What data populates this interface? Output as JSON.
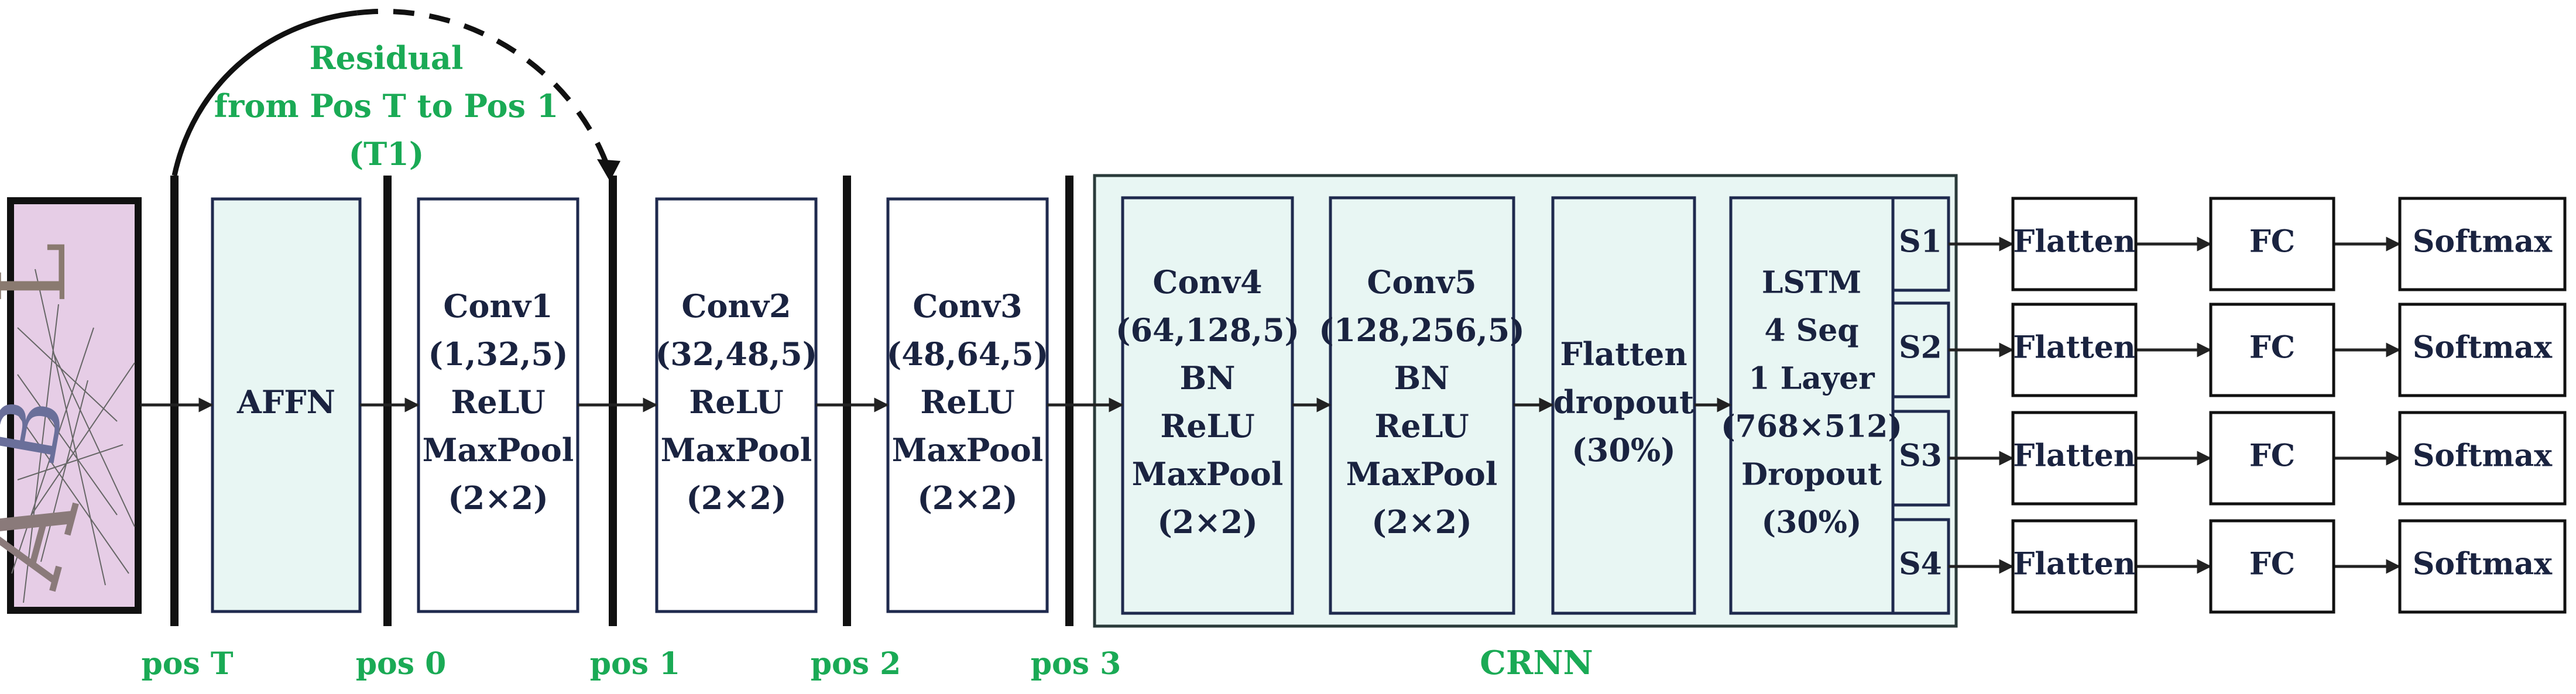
{
  "colors": {
    "box_fill_teal": "#e8f6f3",
    "box_fill_white": "#ffffff",
    "crnn_panel_fill": "#e8f6f3",
    "box_stroke": "#1f2a4e",
    "accent_green": "#1aaa55",
    "input_image_fill": "#e6cde6"
  },
  "residual": {
    "line1": "Residual",
    "line2": "from Pos T to Pos 1",
    "line3": "(T1)"
  },
  "positions": {
    "pos_t": "pos T",
    "pos_0": "pos 0",
    "pos_1": "pos 1",
    "pos_2": "pos 2",
    "pos_3": "pos 3",
    "crnn": "CRNN"
  },
  "blocks": {
    "affn": [
      "AFFN"
    ],
    "conv1": [
      "Conv1",
      "(1,32,5)",
      "ReLU",
      "MaxPool",
      "(2×2)"
    ],
    "conv2": [
      "Conv2",
      "(32,48,5)",
      "ReLU",
      "MaxPool",
      "(2×2)"
    ],
    "conv3": [
      "Conv3",
      "(48,64,5)",
      "ReLU",
      "MaxPool",
      "(2×2)"
    ],
    "conv4": [
      "Conv4",
      "(64,128,5)",
      "BN",
      "ReLU",
      "MaxPool",
      "(2×2)"
    ],
    "conv5": [
      "Conv5",
      "(128,256,5)",
      "BN",
      "ReLU",
      "MaxPool",
      "(2×2)"
    ],
    "flatten_dropout": [
      "Flatten",
      "dropout",
      "(30%)"
    ],
    "lstm": [
      "LSTM",
      "4 Seq",
      "1 Layer",
      "(768×512)",
      "Dropout",
      "(30%)"
    ]
  },
  "input_image": {
    "glyphs": [
      "A",
      "B",
      "L"
    ]
  },
  "heads": [
    {
      "seq": "S1",
      "flatten": "Flatten",
      "fc": "FC",
      "softmax": "Softmax"
    },
    {
      "seq": "S2",
      "flatten": "Flatten",
      "fc": "FC",
      "softmax": "Softmax"
    },
    {
      "seq": "S3",
      "flatten": "Flatten",
      "fc": "FC",
      "softmax": "Softmax"
    },
    {
      "seq": "S4",
      "flatten": "Flatten",
      "fc": "FC",
      "softmax": "Softmax"
    }
  ]
}
